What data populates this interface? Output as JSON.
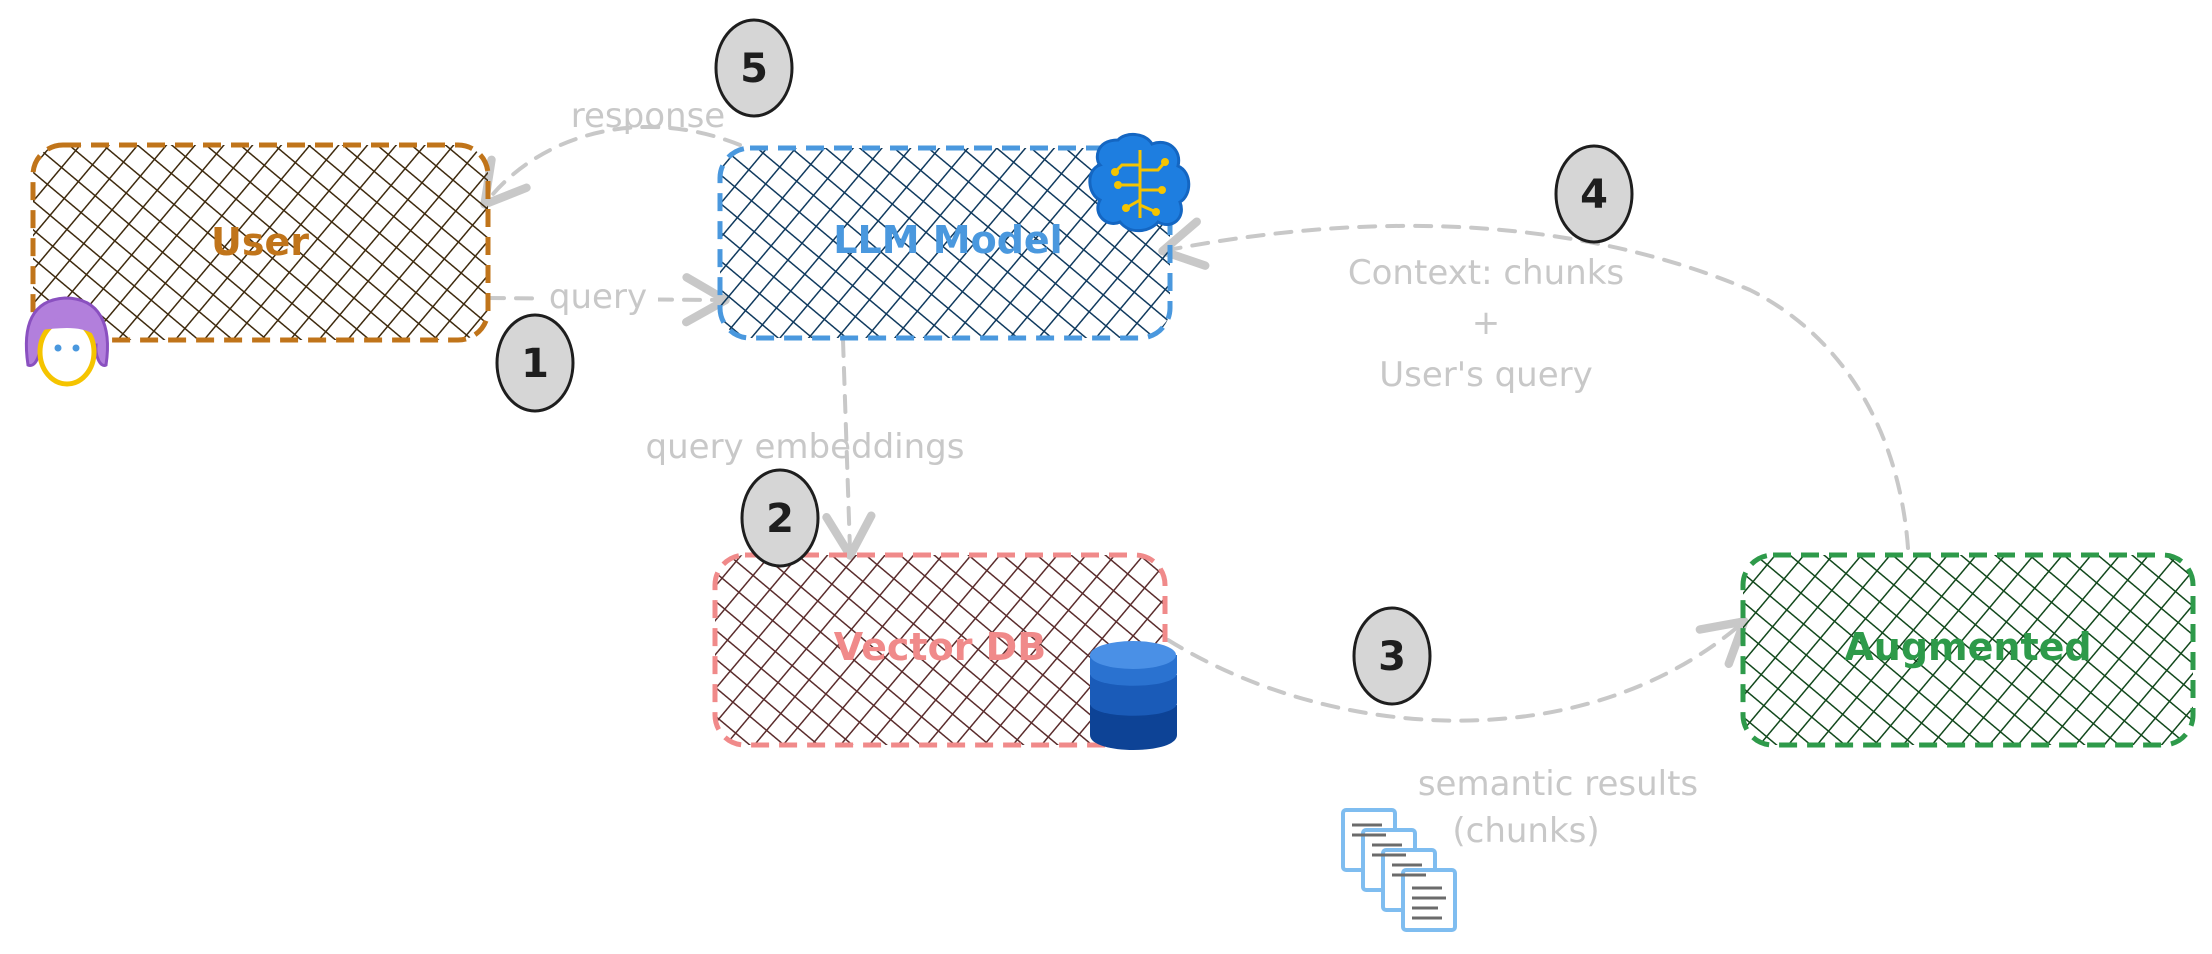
{
  "nodes": {
    "user": {
      "label": "User",
      "fill": "#5a3a10",
      "stroke": "#c0741a",
      "text_color": "#c0741a"
    },
    "llm": {
      "label": "LLM Model",
      "fill": "#0f3a60",
      "stroke": "#4a98de",
      "text_color": "#4a98de"
    },
    "vectordb": {
      "label": "Vector DB",
      "fill": "#5a2a2a",
      "stroke": "#f08a8a",
      "text_color": "#f08a8a"
    },
    "augmented": {
      "label": "Augmented",
      "fill": "#144a1e",
      "stroke": "#2e9a4a",
      "text_color": "#2e9a4a"
    }
  },
  "edges": {
    "query": "query",
    "response": "response",
    "query_embeddings": "query embeddings",
    "semantic_results_line1": "semantic results",
    "semantic_results_line2": "(chunks)",
    "context_line1": "Context: chunks",
    "context_line2": "+",
    "context_line3": "User's query"
  },
  "steps": {
    "s1": "1",
    "s2": "2",
    "s3": "3",
    "s4": "4",
    "s5": "5"
  },
  "colors": {
    "edge": "#c8c8c8",
    "step_fill": "#d6d6d6",
    "step_stroke": "#1e1e1e"
  },
  "icons": {
    "user_avatar": "woman-avatar-icon",
    "llm": "brain-circuit-icon",
    "vectordb": "database-icon",
    "chunks": "documents-stack-icon"
  }
}
